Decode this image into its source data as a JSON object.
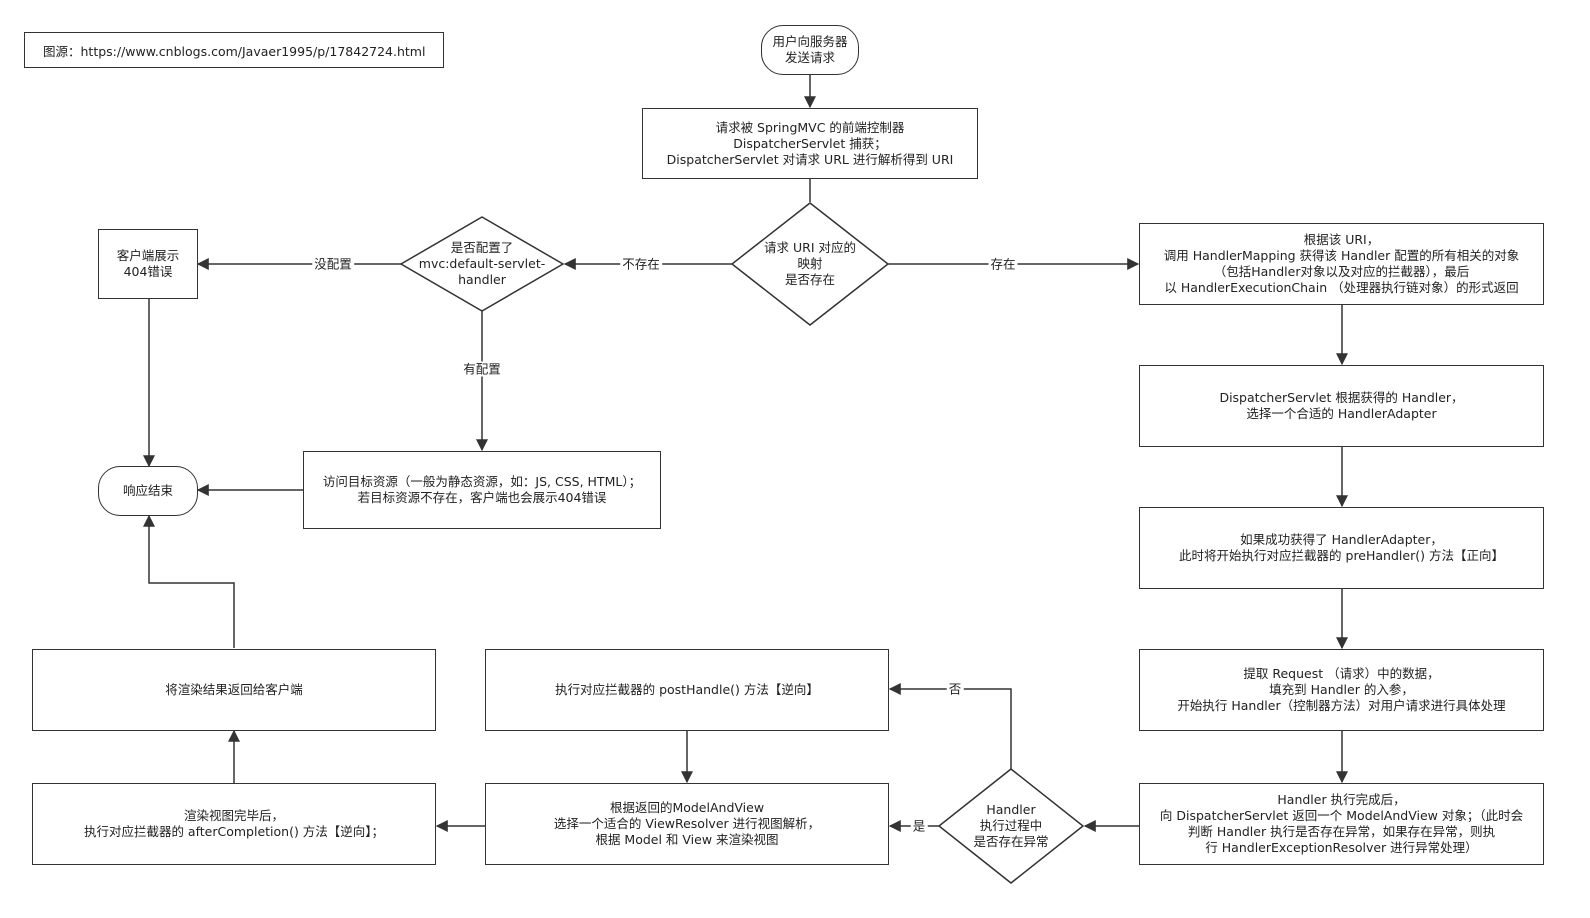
{
  "source_note": "图源：https://www.cnblogs.com/Javaer1995/p/17842724.html",
  "nodes": {
    "user_request": "用户向服务器\n发送请求",
    "dispatcher_capture": "请求被 SpringMVC 的前端控制器\nDispatcherServlet 捕获；\nDispatcherServlet 对请求 URL 进行解析得到 URI",
    "uri_mapping_exists": "请求 URI 对应的\n映射\n是否存在",
    "default_servlet_configured": "是否配置了\nmvc:default-servlet-\nhandler",
    "client_404": "客户端展示\n404错误",
    "response_end": "响应结束",
    "access_resource": "访问目标资源（一般为静态资源，如：JS, CSS, HTML）；\n若目标资源不存在，客户端也会展示404错误",
    "handler_mapping": "根据该 URI，\n调用 HandlerMapping 获得该 Handler 配置的所有相关的对象\n（包括Handler对象以及对应的拦截器），最后\n以 HandlerExecutionChain （处理器执行链对象）的形式返回",
    "handler_adapter": "DispatcherServlet 根据获得的 Handler，\n选择一个合适的 HandlerAdapter",
    "pre_handler": "如果成功获得了 HandlerAdapter，\n此时将开始执行对应拦截器的 preHandler() 方法【正向】",
    "extract_request": "提取 Request （请求）中的数据，\n填充到 Handler 的入参，\n开始执行 Handler（控制器方法）对用户请求进行具体处理",
    "handler_done": "Handler 执行完成后，\n向 DispatcherServlet 返回一个 ModelAndView 对象；（此时会\n判断 Handler 执行是否存在异常，如果存在异常，则执\n行 HandlerExceptionResolver 进行异常处理）",
    "handler_exception": "Handler\n执行过程中\n是否存在异常",
    "post_handle": "执行对应拦截器的 postHandle() 方法【逆向】",
    "view_resolver": "根据返回的ModelAndView\n选择一个适合的 ViewResolver 进行视图解析，\n根据 Model 和 View 来渲染视图",
    "after_completion": "渲染视图完毕后，\n执行对应拦截器的 afterCompletion() 方法【逆向】；",
    "return_to_client": "将渲染结果返回给客户端"
  },
  "edge_labels": {
    "exists": "存在",
    "not_exists": "不存在",
    "not_configured": "没配置",
    "configured": "有配置",
    "no": "否",
    "yes": "是"
  },
  "colors": {
    "line": "#333333",
    "background": "#ffffff"
  }
}
